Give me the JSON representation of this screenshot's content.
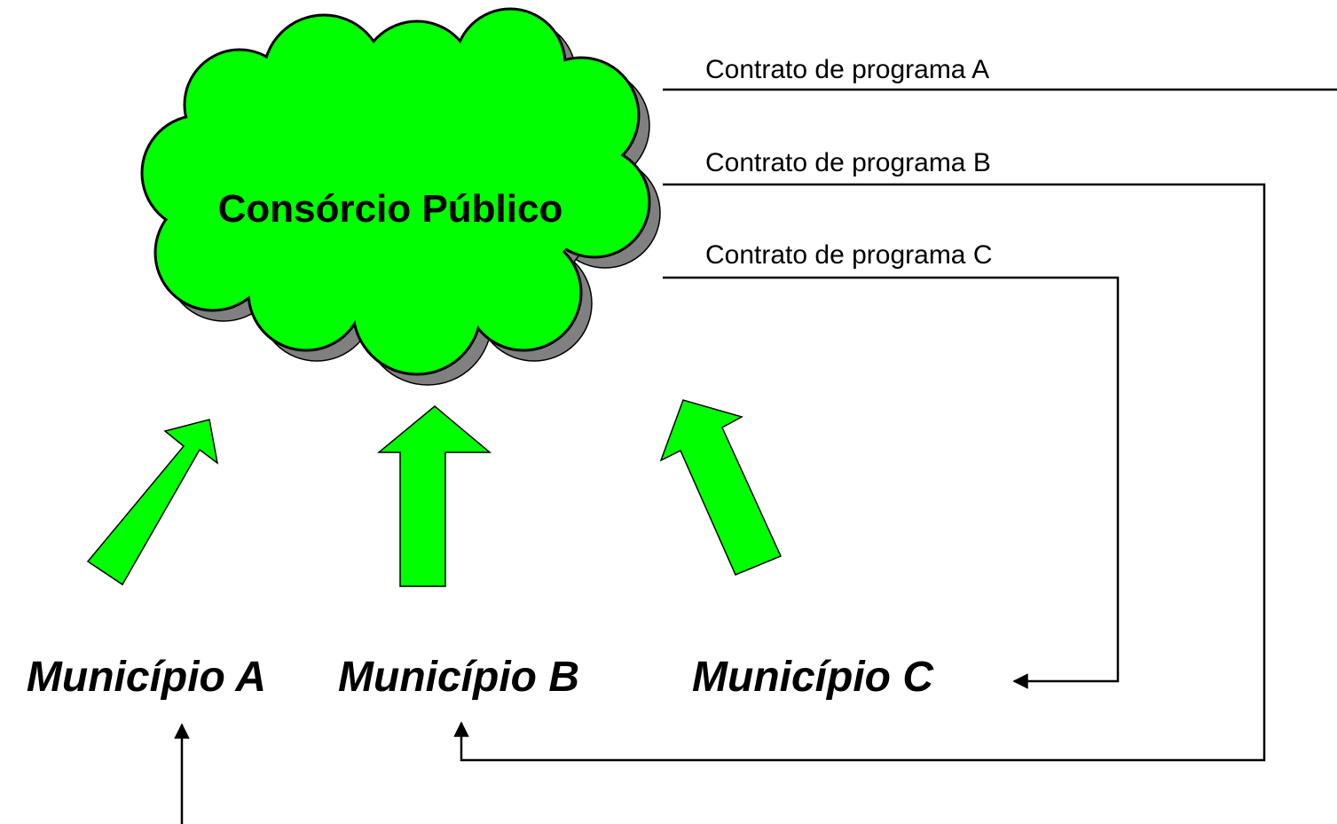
{
  "cloud": {
    "title": "Consórcio Público",
    "fill_color": "#00FF00",
    "shadow_color": "#808080"
  },
  "contracts": [
    {
      "label": "Contrato de programa A",
      "target": "Município A"
    },
    {
      "label": "Contrato de programa B",
      "target": "Município B"
    },
    {
      "label": "Contrato de programa C",
      "target": "Município C"
    }
  ],
  "municipios": [
    {
      "label": "Município A"
    },
    {
      "label": "Município B"
    },
    {
      "label": "Município C"
    }
  ],
  "arrow_color": "#00FF00"
}
